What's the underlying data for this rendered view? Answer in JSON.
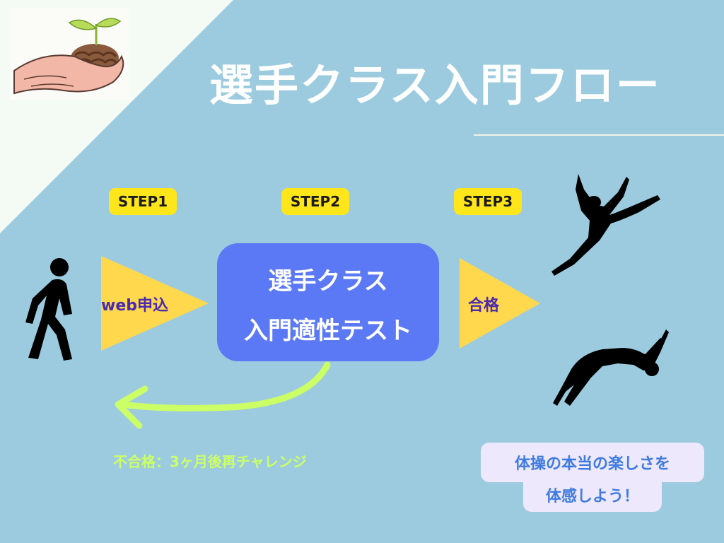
{
  "title": "選手クラス入門フロー",
  "steps": [
    {
      "label": "STEP1"
    },
    {
      "label": "STEP2"
    },
    {
      "label": "STEP3"
    }
  ],
  "flow": {
    "apply_label": "web申込",
    "test_line1": "選手クラス",
    "test_line2": "入門適性テスト",
    "pass_label": "合格",
    "retry_label": "不合格：3ヶ月後再チャレンジ"
  },
  "message": {
    "line1": "体操の本当の楽しさを",
    "line2": "体感しよう！"
  },
  "colors": {
    "background": "#9ccbdf",
    "step_badge": "#ffe61a",
    "arrow_fill": "#ffd84d",
    "test_box": "#5b79f5",
    "retry_arrow": "#ccff66"
  },
  "icons": [
    "sprout-hands-logo",
    "walking-person-icon",
    "gymnast-leap-icon",
    "gymnast-backflip-icon",
    "retry-arrow-icon"
  ]
}
